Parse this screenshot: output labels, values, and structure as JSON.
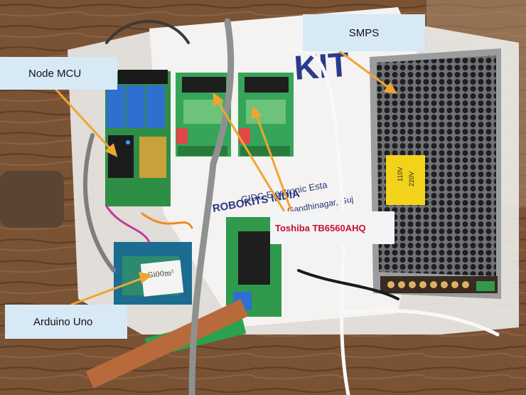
{
  "labels": {
    "node_mcu": "Node MCU",
    "smps": "SMPS",
    "toshiba": "Toshiba TB6560AHQ",
    "arduino_uno": "Arduino Uno"
  },
  "photo_text": {
    "cardboard_logo": "KIT",
    "cardboard_line1": "ROBOKITS INDIA",
    "cardboard_line2": "GIDC Electronic Esta",
    "cardboard_line3": "Gandhinagar, Guj",
    "sticker_label": "Gi00m²",
    "psu_warning_110": "110V",
    "psu_warning_220": "220V"
  },
  "colors": {
    "arrow": "#f0a531",
    "callout_bg": "#d8e9f6",
    "toshiba_text": "#c8102e",
    "wood": "#7a5234",
    "pcb_green": "#2f9a4c",
    "relay_blue": "#2f6fd0"
  }
}
